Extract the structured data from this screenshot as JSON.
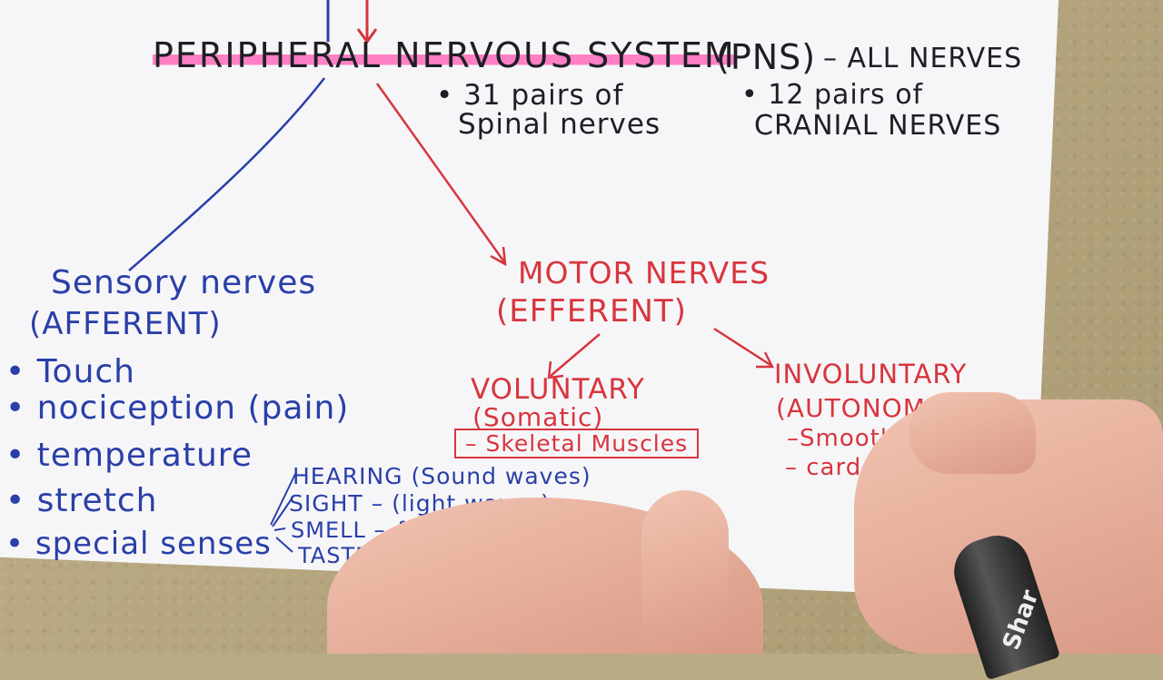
{
  "pns": {
    "title": "PERIPHERAL NERVOUS SYSTEM",
    "abbr": "(PNS)",
    "all_nerves": "– ALL NERVES",
    "spinal_line1": "• 31 pairs of",
    "spinal_line2": "Spinal nerves",
    "cranial_line1": "• 12 pairs of",
    "cranial_line2": "CRANIAL NERVES"
  },
  "sensory": {
    "title": "Sensory nerves",
    "subtitle": "(AFFERENT)",
    "items": [
      "• Touch",
      "• nociception (pain)",
      "• temperature",
      "• stretch",
      "• special senses"
    ],
    "special_senses": [
      "HEARING (Sound waves)",
      "SIGHT – (light waves)",
      "SMELL – {chemical",
      "TASTE – {"
    ]
  },
  "motor": {
    "title": "MOTOR NERVES",
    "subtitle": "(EFFERENT)",
    "voluntary": "VOLUNTARY",
    "voluntary_sub": "(Somatic)",
    "skeletal": "– Skeletal Muscles",
    "involuntary": "INVOLUNTARY",
    "involuntary_sub": "(AUTONOMIC)",
    "smooth": "–Smooth",
    "cardiac": "– card"
  },
  "marker_brand": "Shar",
  "colors": {
    "ink_black": "#1e1e24",
    "ink_blue": "#2a3fa8",
    "ink_red": "#d8353e",
    "highlight_pink": "#ff7fc4",
    "paper": "#f6f6f8"
  }
}
